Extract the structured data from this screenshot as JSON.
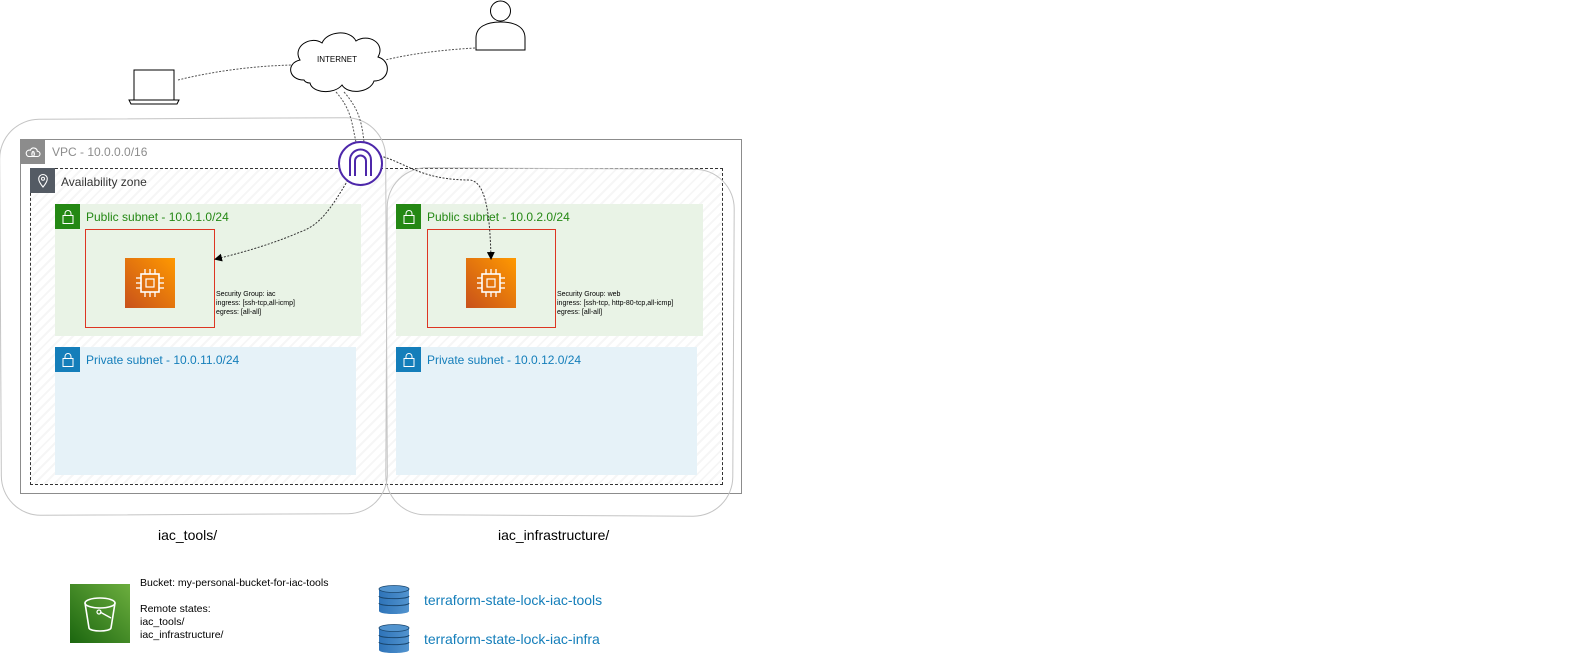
{
  "internet": {
    "label": "INTERNET"
  },
  "vpc": {
    "label": "VPC - 10.0.0.0/16"
  },
  "availability_zone": {
    "label": "Availability zone"
  },
  "left": {
    "public_subnet_label": "Public subnet - 10.0.1.0/24",
    "private_subnet_label": "Private subnet - 10.0.11.0/24",
    "sg_text": "Security Group: iac\ningress: [ssh-tcp,all-icmp]\negress: [all-all]",
    "folder_label": "iac_tools/"
  },
  "right": {
    "public_subnet_label": "Public subnet - 10.0.2.0/24",
    "private_subnet_label": "Private subnet - 10.0.12.0/24",
    "sg_text": "Security Group: web\ningress: [ssh-tcp, http-80-tcp,all-icmp]\negress: [all-all]",
    "folder_label": "iac_infrastructure/"
  },
  "bucket": {
    "line1": "Bucket: my-personal-bucket-for-iac-tools",
    "line2": "Remote states:",
    "line3": "iac_tools/",
    "line4": "iac_infrastructure/"
  },
  "locks": {
    "tools": "terraform-state-lock-iac-tools",
    "infra": "terraform-state-lock-iac-infra"
  },
  "colors": {
    "public_green": "#248814",
    "private_blue": "#147eba",
    "security_group_red": "#dd3522",
    "ec2_orange": "#ff9900",
    "internet_gateway_purple": "#4d27aa",
    "vpc_gray": "#8c8c8c"
  },
  "icons": {
    "person": "user-icon",
    "laptop": "laptop-icon",
    "cloud": "cloud-icon",
    "internet_gateway": "internet-gateway-icon",
    "ec2": "ec2-instance-icon",
    "s3": "s3-bucket-icon",
    "dynamodb": "dynamodb-table-icon"
  }
}
